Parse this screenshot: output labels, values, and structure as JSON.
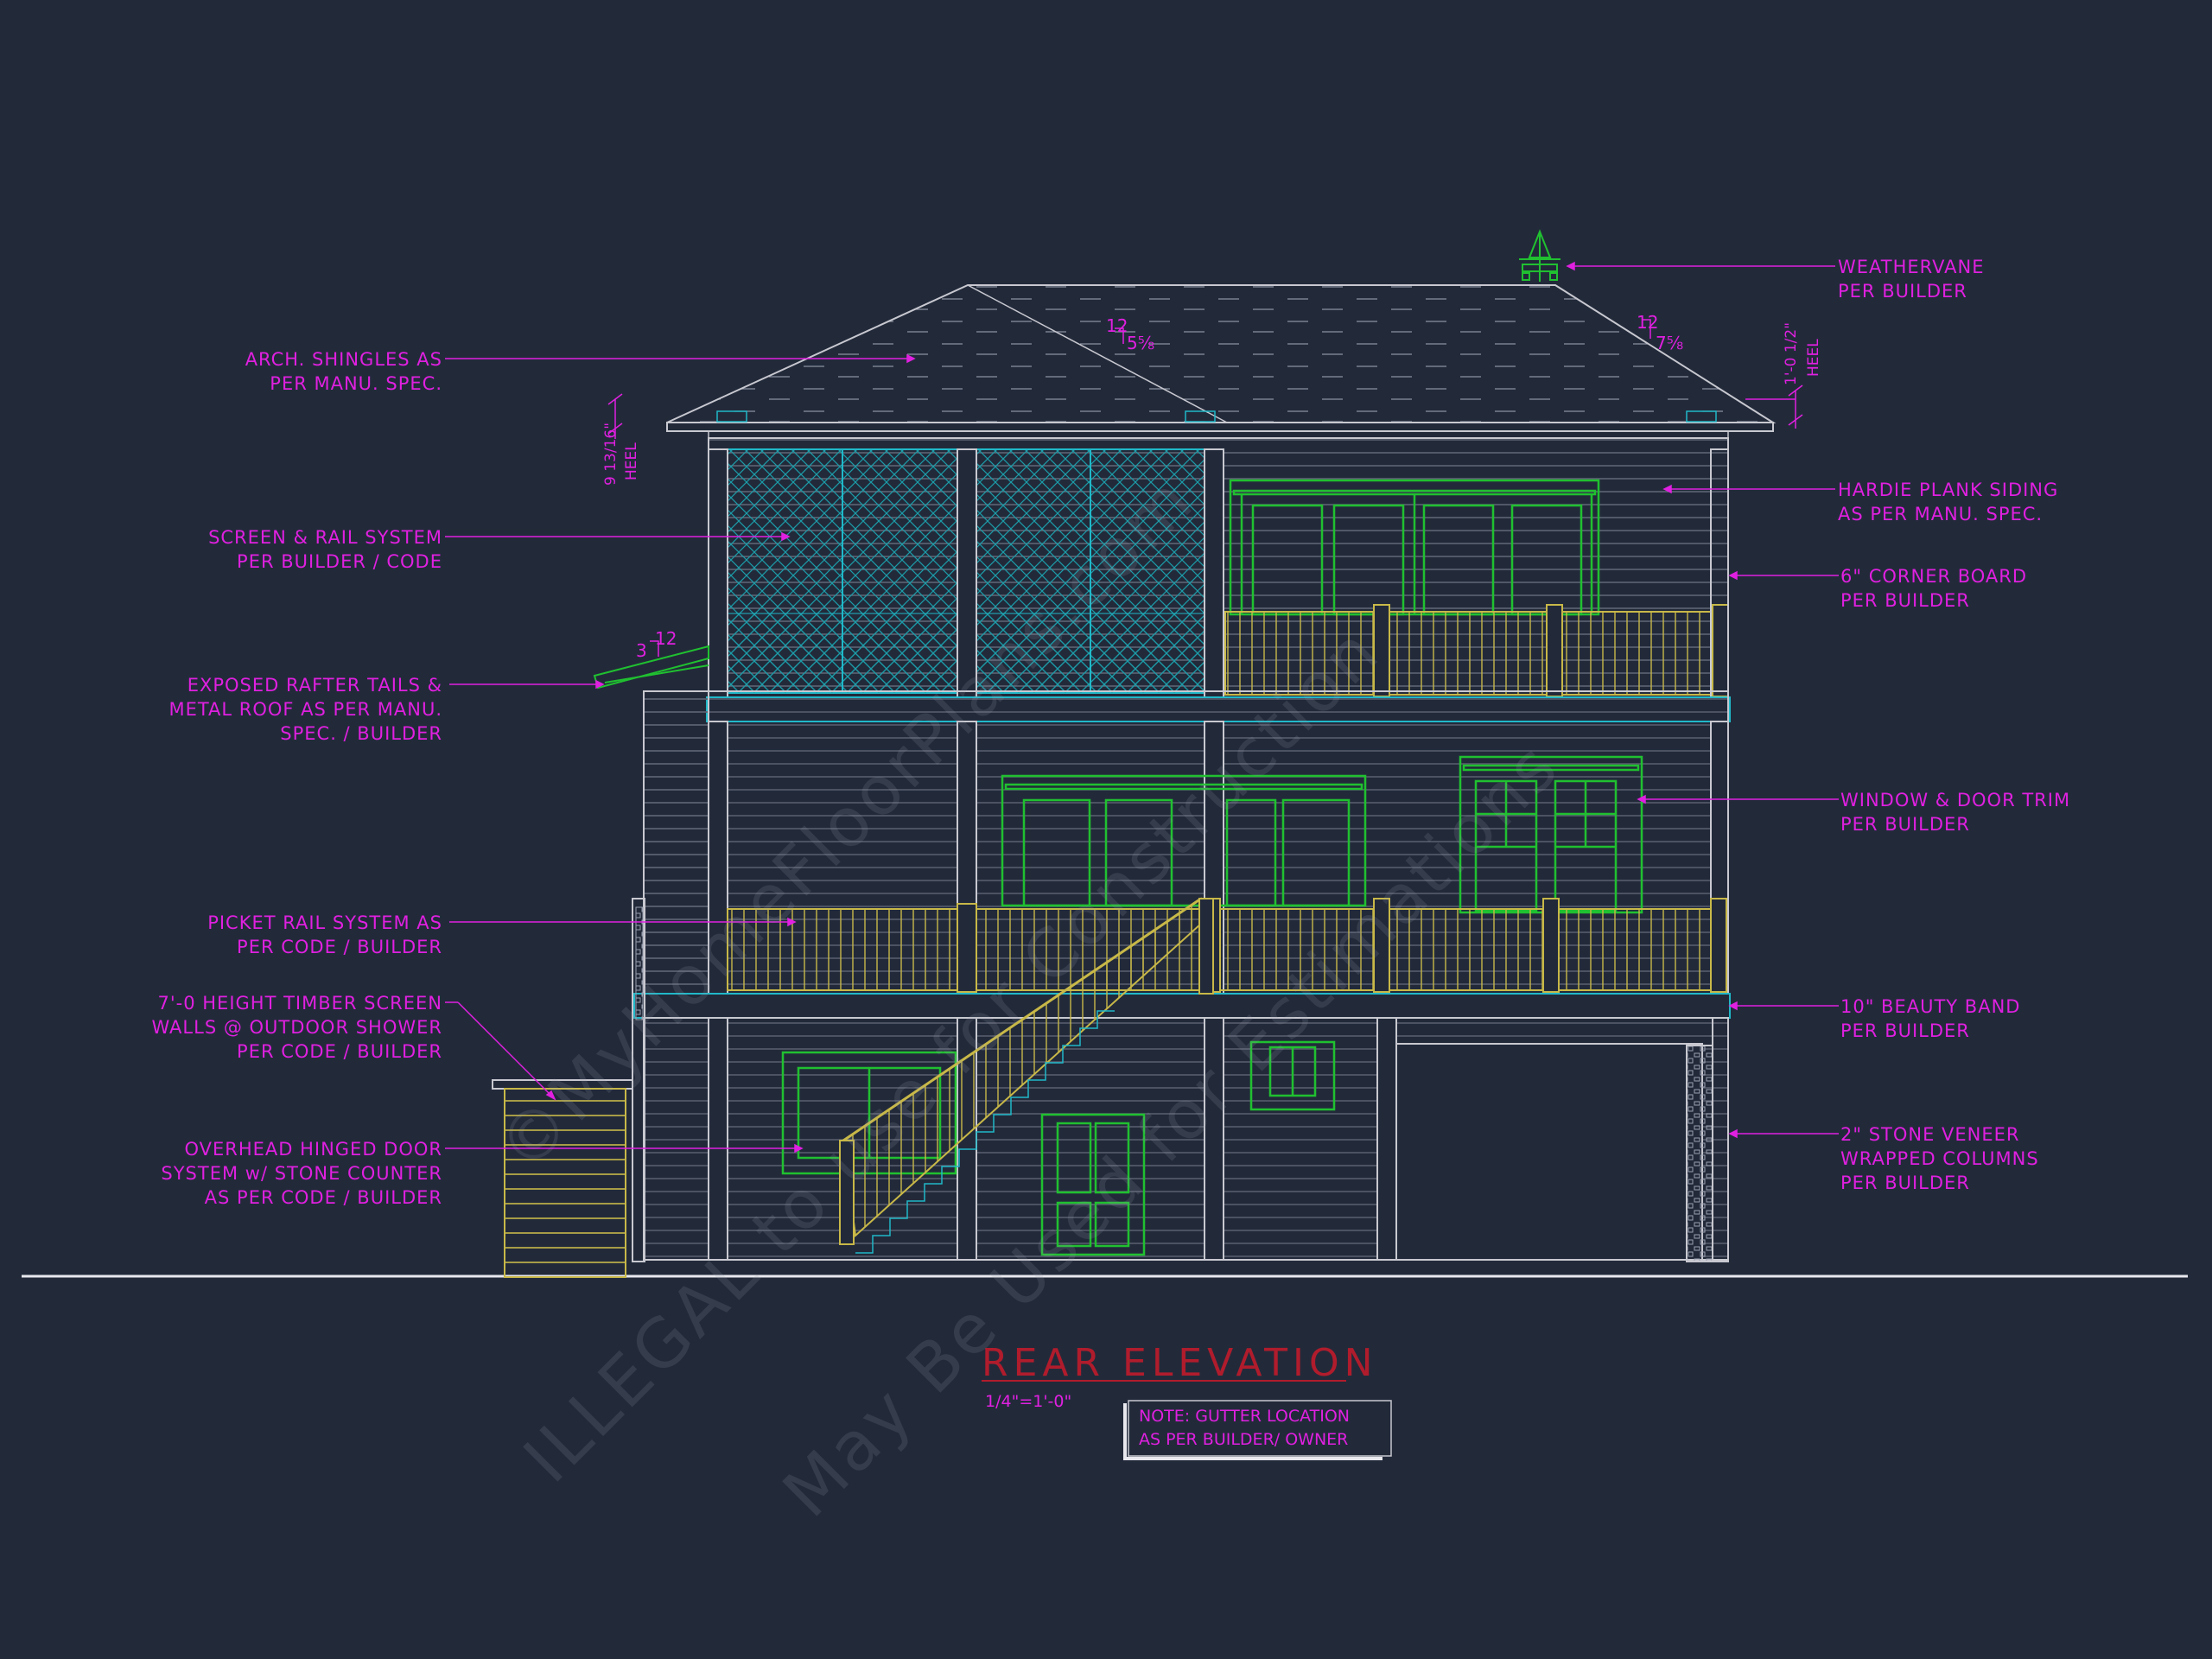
{
  "drawing": {
    "title": "REAR ELEVATION",
    "scale": "1/4\"=1'-0\"",
    "note_line1": "NOTE: GUTTER LOCATION",
    "note_line2": "AS PER BUILDER/ OWNER"
  },
  "watermark": {
    "line1": "©MyHomeFloorPlans.com",
    "line2": "ILLEGAL to use for Construction",
    "line3": "May Be Used for Estimations"
  },
  "dimensions": {
    "heel_left_value": "9 13/16\"",
    "heel_left_label": "HEEL",
    "heel_right_value": "1'-0 1/2\"",
    "heel_right_label": "HEEL",
    "pitch_main_rise": "12",
    "pitch_main_run": "5⅝",
    "pitch_right_rise": "12",
    "pitch_right_run": "7⅝",
    "pitch_shed_rise": "12",
    "pitch_shed_run": "3"
  },
  "callouts_left": [
    {
      "lines": [
        "ARCH. SHINGLES AS",
        "PER MANU. SPEC."
      ]
    },
    {
      "lines": [
        "SCREEN & RAIL SYSTEM",
        "PER BUILDER / CODE"
      ]
    },
    {
      "lines": [
        "EXPOSED RAFTER TAILS &",
        "METAL ROOF AS PER MANU.",
        "SPEC. / BUILDER"
      ]
    },
    {
      "lines": [
        "PICKET RAIL SYSTEM AS",
        "PER CODE / BUILDER"
      ]
    },
    {
      "lines": [
        "7'-0 HEIGHT TIMBER SCREEN",
        "WALLS @ OUTDOOR SHOWER",
        "PER CODE / BUILDER"
      ]
    },
    {
      "lines": [
        "OVERHEAD HINGED DOOR",
        "SYSTEM w/ STONE COUNTER",
        "AS PER CODE / BUILDER"
      ]
    }
  ],
  "callouts_right": [
    {
      "lines": [
        "WEATHERVANE",
        "PER BUILDER"
      ]
    },
    {
      "lines": [
        "HARDIE PLANK SIDING",
        "AS PER MANU. SPEC."
      ]
    },
    {
      "lines": [
        "6\" CORNER BOARD",
        "PER BUILDER"
      ]
    },
    {
      "lines": [
        "WINDOW & DOOR TRIM",
        "PER BUILDER"
      ]
    },
    {
      "lines": [
        "10\" BEAUTY BAND",
        "PER BUILDER"
      ]
    },
    {
      "lines": [
        "2\" STONE VENEER",
        "WRAPPED COLUMNS",
        "PER BUILDER"
      ]
    }
  ],
  "colors": {
    "background": "#222a3a",
    "annotation": "#e020e0",
    "siding": "#c8c8d0",
    "trim_green": "#20c030",
    "rail_yellow": "#c8b848",
    "screen_cyan": "#20b8c8",
    "title_red": "#b01c2c"
  }
}
